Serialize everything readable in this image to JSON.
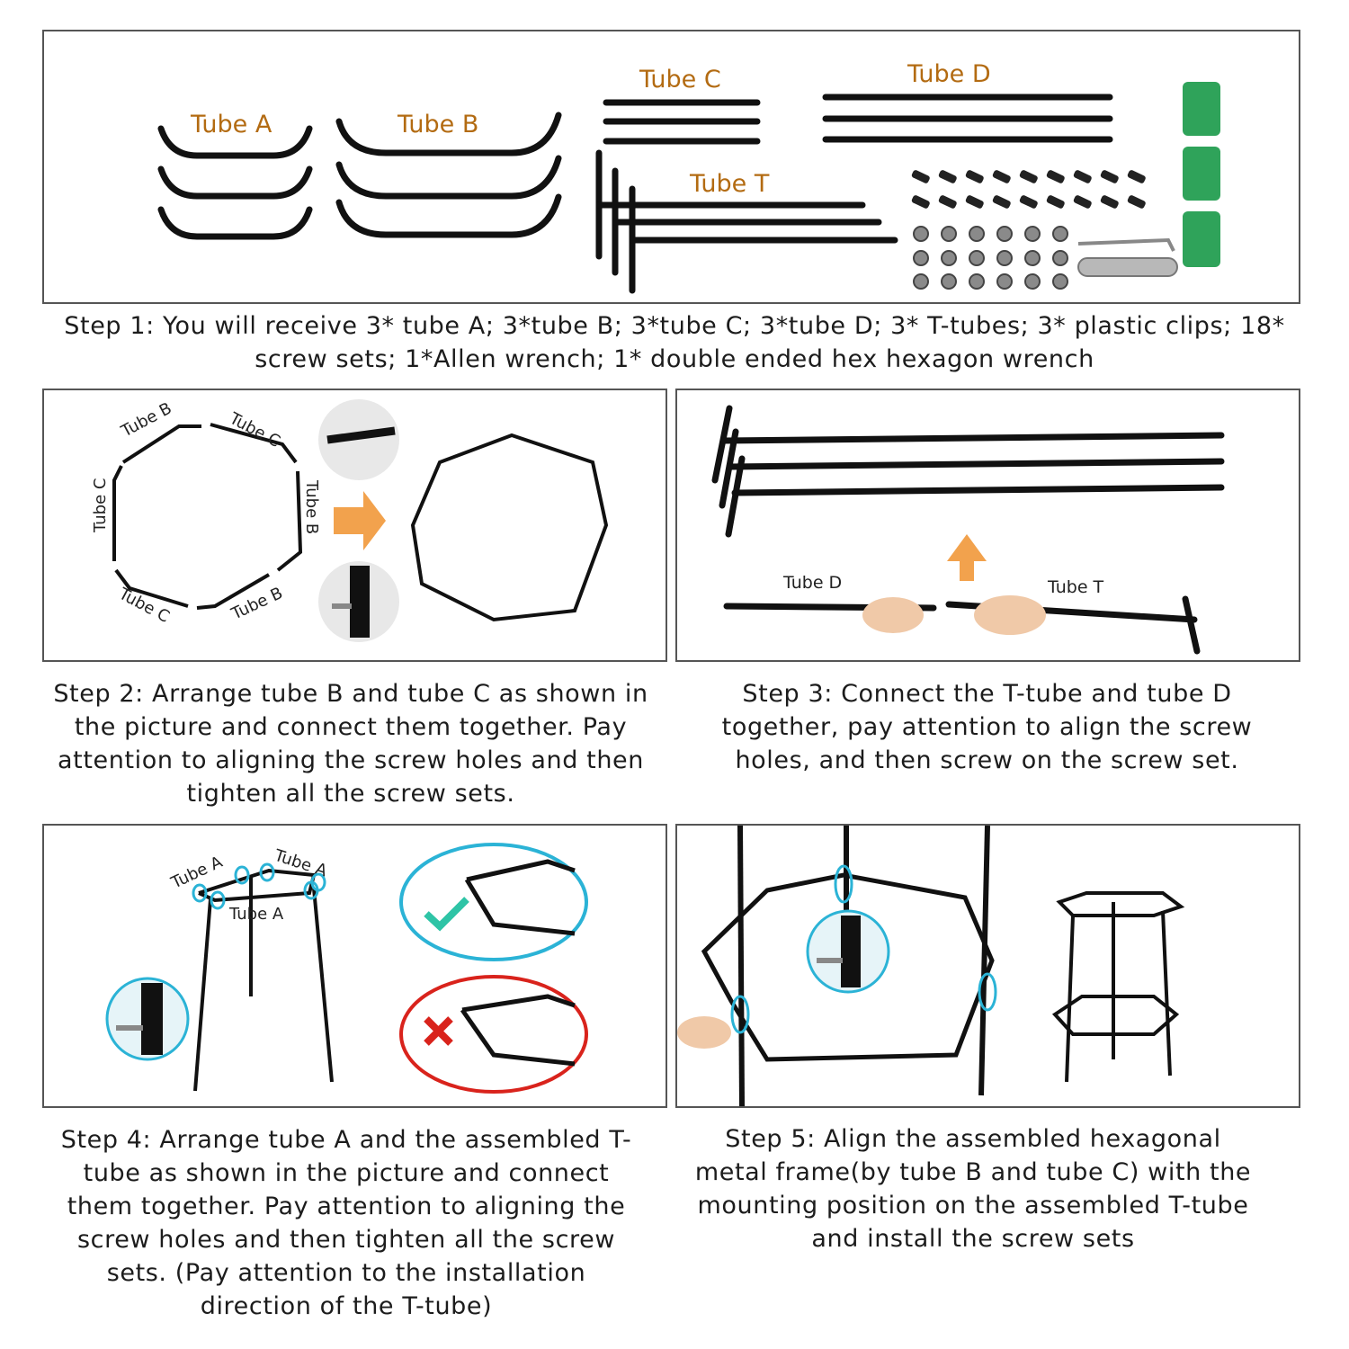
{
  "step1": {
    "labels": {
      "tube_a": "Tube A",
      "tube_b": "Tube B",
      "tube_c": "Tube C",
      "tube_d": "Tube D",
      "tube_t": "Tube T"
    },
    "caption": "Step 1: You will receive 3* tube A; 3*tube B;  3*tube C;  3*tube D; 3* T-tubes; 3* plastic clips; 18* screw sets; 1*Allen wrench; 1* double ended hex hexagon wrench"
  },
  "step2": {
    "labels": [
      "Tube B",
      "Tube C",
      "Tube B",
      "Tube B",
      "Tube C",
      "Tube C"
    ],
    "caption": "Step 2: Arrange tube B and tube C as shown in the picture and connect them together. Pay attention to aligning the screw holes and then tighten all the screw sets."
  },
  "step3": {
    "labels": {
      "tube_d": "Tube D",
      "tube_t": "Tube T"
    },
    "caption": "Step 3: Connect the T-tube and tube D together, pay attention to align the screw holes, and then screw on the screw set."
  },
  "step4": {
    "labels": [
      "Tube A",
      "Tube A",
      "Tube A"
    ],
    "caption": "Step 4: Arrange tube A and the assembled T-tube as shown in the picture and connect them together. Pay attention to aligning the screw holes and then tighten all the screw sets.  (Pay attention to the installation direction of the T-tube)"
  },
  "step5": {
    "caption": "Step 5: Align the assembled hexagonal metal frame(by tube B and tube C) with the mounting position on the assembled T-tube and install the screw sets"
  },
  "colors": {
    "label_brown": "#b36b12",
    "highlight_cyan": "#2bb3d6",
    "check_green": "#2ec4a6",
    "cross_red": "#d9231c",
    "clip_green": "#2fa35a"
  }
}
